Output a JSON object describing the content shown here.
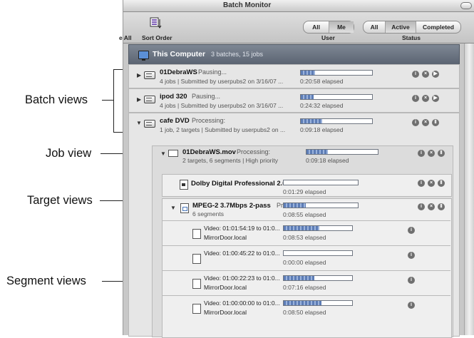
{
  "window": {
    "title": "Batch Monitor"
  },
  "toolbar": {
    "all_fragment": "e All",
    "sort_order_label": "Sort Order",
    "user_filter": {
      "options": [
        "All",
        "Me"
      ],
      "selected": "Me",
      "label": "User"
    },
    "status_filter": {
      "options": [
        "All",
        "Active",
        "Completed"
      ],
      "selected": "Active",
      "label": "Status"
    }
  },
  "computer": {
    "name": "This Computer",
    "summary": "3 batches, 15 jobs"
  },
  "batches": [
    {
      "name": "01DebraWS",
      "status": "Pausing...",
      "details": "4 jobs  |  Submitted by userpubs2 on 3/16/07 ...",
      "progress": 0.2,
      "elapsed": "0:20:58 elapsed",
      "controls": [
        "info-icon",
        "cancel-icon",
        "resume-icon"
      ]
    },
    {
      "name": "ipod 320",
      "status": "Pausing...",
      "details": "4 jobs  |  Submitted by userpubs2 on 3/16/07 ...",
      "progress": 0.18,
      "elapsed": "0:24:32 elapsed",
      "controls": [
        "info-icon",
        "cancel-icon",
        "resume-icon"
      ]
    },
    {
      "name": "cafe DVD",
      "status": "Processing:",
      "details": "1 job, 2 targets  |  Submitted by userpubs2 on ...",
      "progress": 0.3,
      "elapsed": "0:09:18 elapsed",
      "controls": [
        "info-icon",
        "cancel-icon",
        "pause-icon"
      ]
    }
  ],
  "job": {
    "name": "01DebraWS.mov",
    "status": "Processing:",
    "details": "2 targets, 6 segments  |  High priority",
    "progress": 0.3,
    "elapsed": "0:09:18 elapsed"
  },
  "targets": [
    {
      "name": "Dolby Digital Professional 2.0",
      "status": "...",
      "progress": 0,
      "elapsed": "0:01:29 elapsed"
    },
    {
      "name": "MPEG-2 3.7Mbps 2-pass",
      "status": "Proc...",
      "details": "6 segments",
      "progress": 0.3,
      "elapsed": "0:08:55 elapsed"
    }
  ],
  "segments": [
    {
      "name": "Video: 01:01:54:19 to 01:0...",
      "host": "MirrorDoor.local",
      "progress": 0.52,
      "elapsed": "0:08:53 elapsed"
    },
    {
      "name": "Video: 01:00:45:22 to 01:0...",
      "host": "",
      "progress": 0,
      "elapsed": "0:00:00 elapsed"
    },
    {
      "name": "Video: 01:00:22:23 to 01:0...",
      "host": "MirrorDoor.local",
      "progress": 0.45,
      "elapsed": "0:07:16 elapsed"
    },
    {
      "name": "Video: 01:00:00:00 to 01:0...",
      "host": "MirrorDoor.local",
      "progress": 0.55,
      "elapsed": "0:08:50 elapsed"
    }
  ],
  "callouts": {
    "batch": "Batch views",
    "job": "Job view",
    "target": "Target views",
    "segment": "Segment views"
  },
  "colors": {
    "progress_fill": "#5d7db6",
    "computer_header": "#6a7380",
    "accent_icon": "#5b8fd6"
  }
}
